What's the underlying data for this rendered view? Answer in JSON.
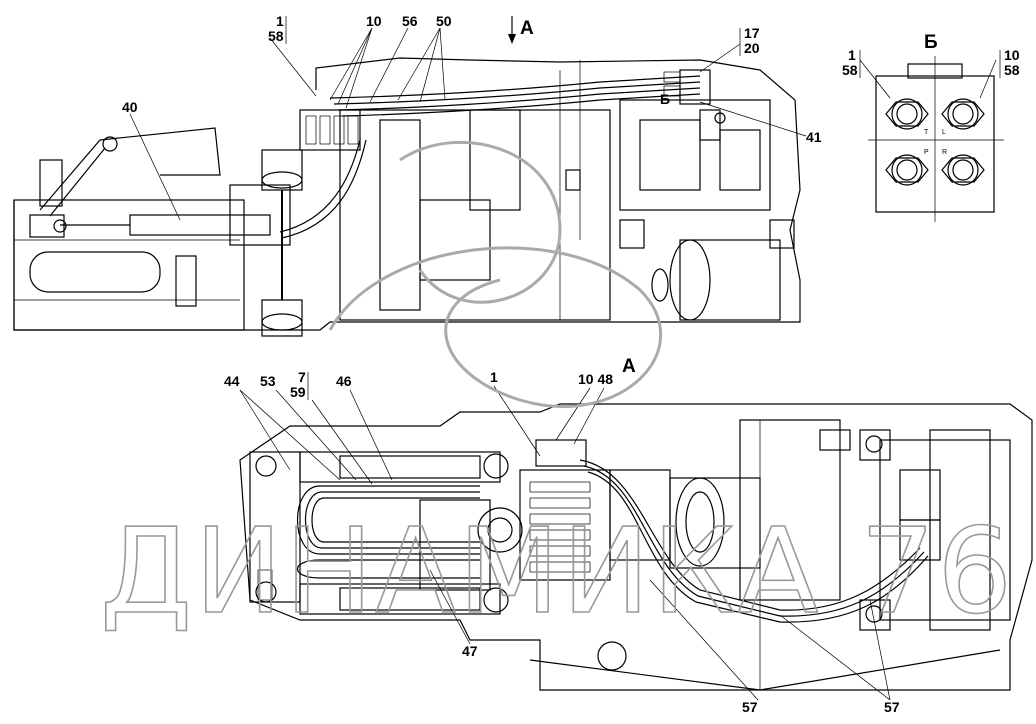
{
  "views": {
    "top_view": {
      "callouts": {
        "c1_58": {
          "top": "1",
          "bottom": "58"
        },
        "c10": "10",
        "c56": "56",
        "c50": "50",
        "c40": "40",
        "c17_20": {
          "top": "17",
          "bottom": "20"
        },
        "c41": "41",
        "arrow_a": "А",
        "section_b_mark": "Б"
      }
    },
    "detail_b": {
      "title": "Б",
      "callouts": {
        "left": {
          "top": "1",
          "bottom": "58"
        },
        "right": {
          "top": "10",
          "bottom": "58"
        }
      },
      "port_letters": [
        "T",
        "L",
        "P",
        "R"
      ]
    },
    "view_a": {
      "title": "А",
      "callouts": {
        "c44": "44",
        "c53": "53",
        "c7_59": {
          "top": "7",
          "bottom": "59"
        },
        "c46": "46",
        "c1": "1",
        "c10_48": "10 48",
        "c47": "47",
        "c57_left": "57",
        "c57_right": "57"
      }
    }
  },
  "watermark": "ДИНАМИКА 76",
  "colors": {
    "ink": "#000000",
    "watermark": "#999999",
    "background": "#ffffff"
  }
}
